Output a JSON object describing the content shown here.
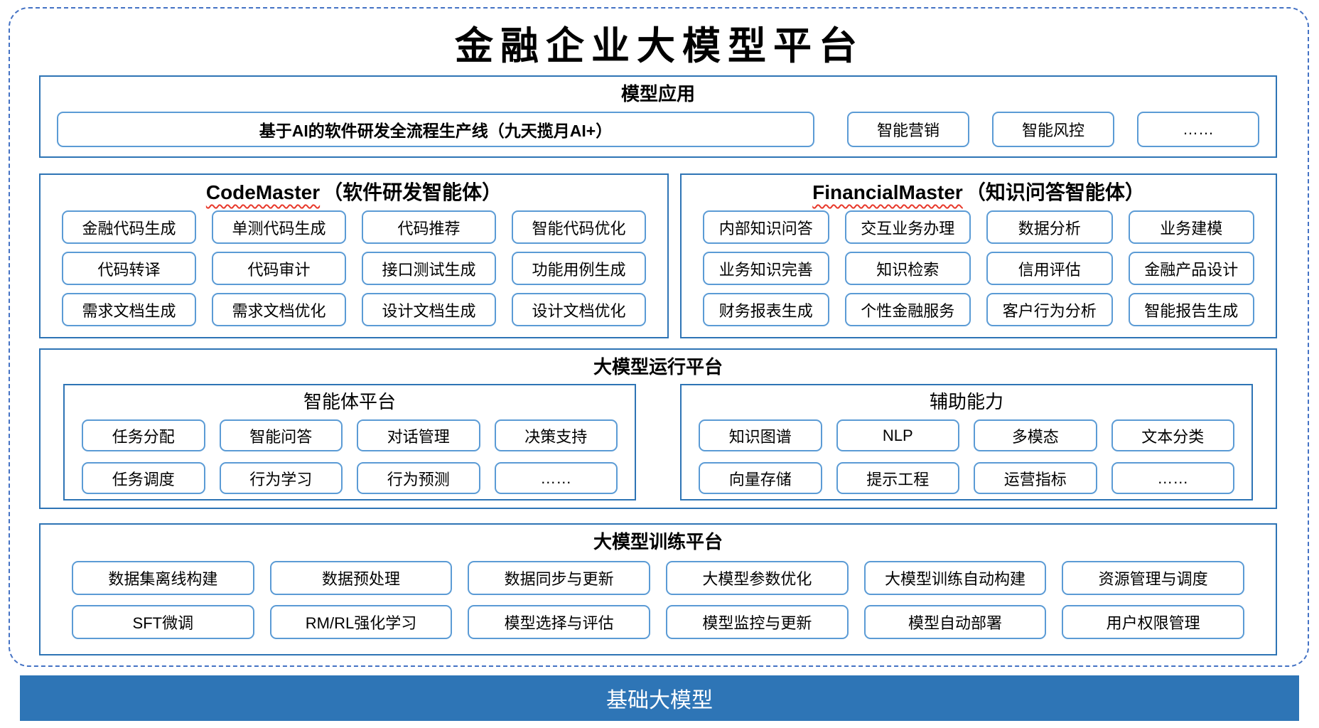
{
  "title": "金融企业大模型平台",
  "model_apps": {
    "title": "模型应用",
    "main_item": "基于AI的软件研发全流程生产线（九天揽月AI+）",
    "items": [
      "智能营销",
      "智能风控",
      "……"
    ]
  },
  "code_master": {
    "name": "CodeMaster",
    "subtitle": "（软件研发智能体）",
    "items": [
      "金融代码生成",
      "单测代码生成",
      "代码推荐",
      "智能代码优化",
      "代码转译",
      "代码审计",
      "接口测试生成",
      "功能用例生成",
      "需求文档生成",
      "需求文档优化",
      "设计文档生成",
      "设计文档优化"
    ]
  },
  "financial_master": {
    "name": "FinancialMaster",
    "subtitle": "（知识问答智能体）",
    "items": [
      "内部知识问答",
      "交互业务办理",
      "数据分析",
      "业务建模",
      "业务知识完善",
      "知识检索",
      "信用评估",
      "金融产品设计",
      "财务报表生成",
      "个性金融服务",
      "客户行为分析",
      "智能报告生成"
    ]
  },
  "runtime": {
    "title": "大模型运行平台",
    "agent_platform": {
      "title": "智能体平台",
      "items": [
        "任务分配",
        "智能问答",
        "对话管理",
        "决策支持",
        "任务调度",
        "行为学习",
        "行为预测",
        "……"
      ]
    },
    "aux_capability": {
      "title": "辅助能力",
      "items": [
        "知识图谱",
        "NLP",
        "多模态",
        "文本分类",
        "向量存储",
        "提示工程",
        "运营指标",
        "……"
      ]
    }
  },
  "training": {
    "title": "大模型训练平台",
    "items": [
      "数据集离线构建",
      "数据预处理",
      "数据同步与更新",
      "大模型参数优化",
      "大模型训练自动构建",
      "资源管理与调度",
      "SFT微调",
      "RM/RL强化学习",
      "模型选择与评估",
      "模型监控与更新",
      "模型自动部署",
      "用户权限管理"
    ]
  },
  "foundation": {
    "title": "基础大模型"
  },
  "colors": {
    "frame_dashed": "#4472C4",
    "box_border": "#2E74B5",
    "pill_border": "#5B9BD5",
    "foundation_bg": "#2E75B6",
    "squiggle": "#E8392B",
    "text": "#000000"
  }
}
